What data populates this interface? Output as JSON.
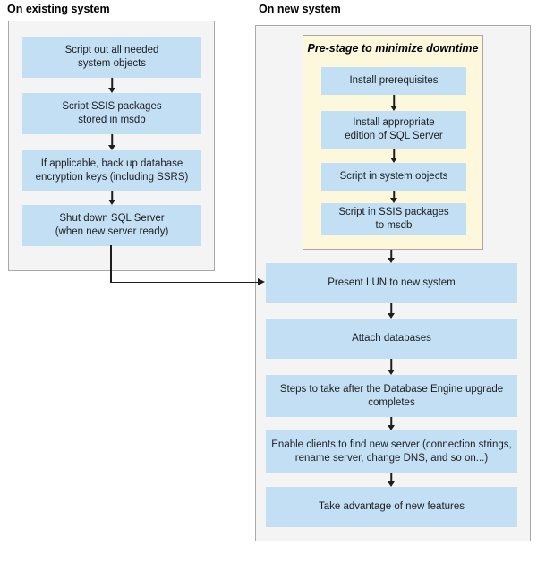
{
  "colors": {
    "step_fill": "#C3DFF4",
    "panel_fill": "#F4F4F4",
    "panel_border": "#A9A9A9",
    "prestage_fill": "#FDF8DC",
    "prestage_border": "#ABA89E",
    "arrow": "#1E1E1E",
    "text": "#1E1E1E"
  },
  "existing_system": {
    "title": "On existing system",
    "steps": [
      "Script out all needed system objects",
      "Script SSIS packages stored in msdb",
      "If applicable, back up database encryption keys (including SSRS)",
      "Shut down SQL Server (when new server ready)"
    ]
  },
  "new_system": {
    "title": "On new system",
    "prestage": {
      "title": "Pre-stage to minimize downtime",
      "steps": [
        "Install prerequisites",
        "Install appropriate edition of SQL Server",
        "Script in system objects",
        "Script in SSIS packages to msdb"
      ]
    },
    "steps": [
      "Present LUN to new system",
      "Attach databases",
      "Steps to take after the Database Engine upgrade completes",
      "Enable clients to find new server (connection strings, rename server, change DNS, and so on...)",
      "Take advantage of new features"
    ]
  }
}
